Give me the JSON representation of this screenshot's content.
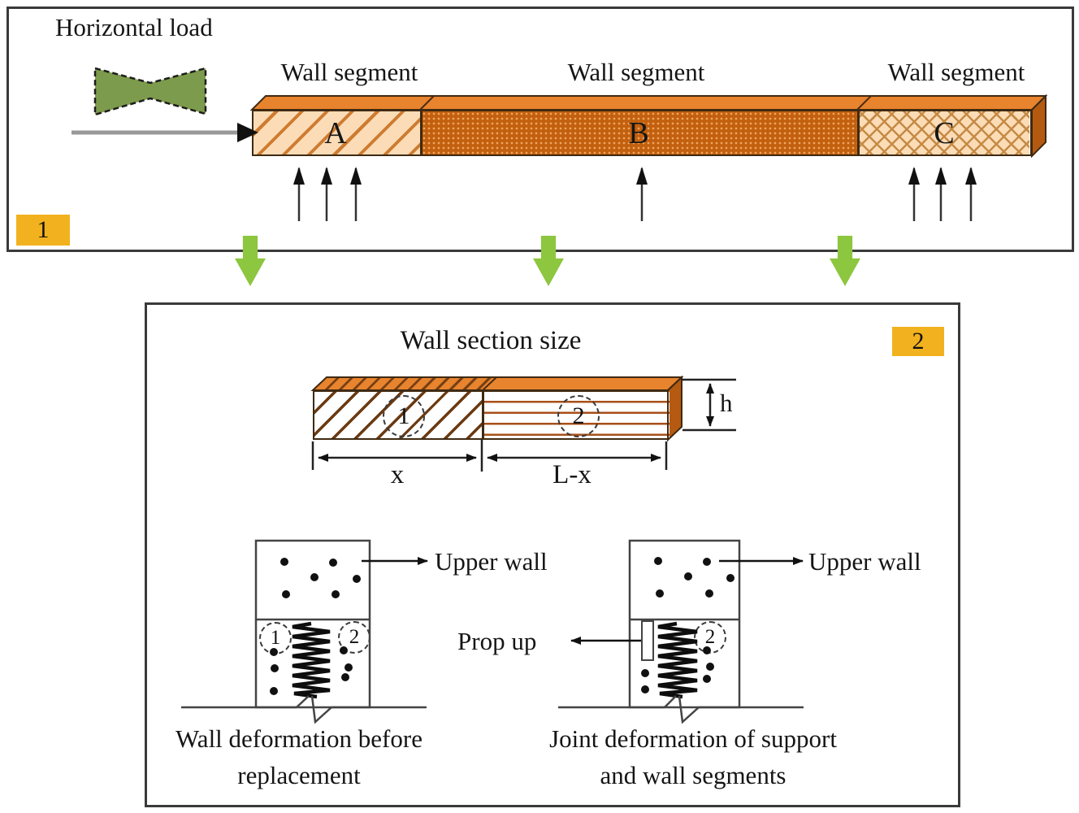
{
  "panel1": {
    "badge": "1",
    "horizontal_load_label": "Horizontal load",
    "wall_segment_labels": [
      "Wall segment",
      "Wall segment",
      "Wall segment"
    ],
    "segments": [
      {
        "letter": "A"
      },
      {
        "letter": "B"
      },
      {
        "letter": "C"
      }
    ]
  },
  "panel2": {
    "badge": "2",
    "title": "Wall section size",
    "bar_sections": [
      {
        "number": "1"
      },
      {
        "number": "2"
      }
    ],
    "dims": {
      "x": "x",
      "lx": "L-x",
      "h": "h"
    },
    "left_figure": {
      "upper_wall_label": "Upper wall",
      "circle1": "1",
      "circle2": "2",
      "caption_line1": "Wall deformation before",
      "caption_line2": "replacement"
    },
    "right_figure": {
      "upper_wall_label": "Upper wall",
      "prop_up_label": "Prop up",
      "circle2": "2",
      "caption_line1": "Joint deformation of support",
      "caption_line2": "and wall segments"
    }
  },
  "colors": {
    "bar_light": "#FBDCB6",
    "bar_dark": "#C2600F",
    "bar_top": "#E8832E",
    "bar_side": "#B35A10",
    "green_arrow": "#8DC63F",
    "load_shape_green": "#7D9B4C",
    "badge_bg": "#F2B11E"
  }
}
